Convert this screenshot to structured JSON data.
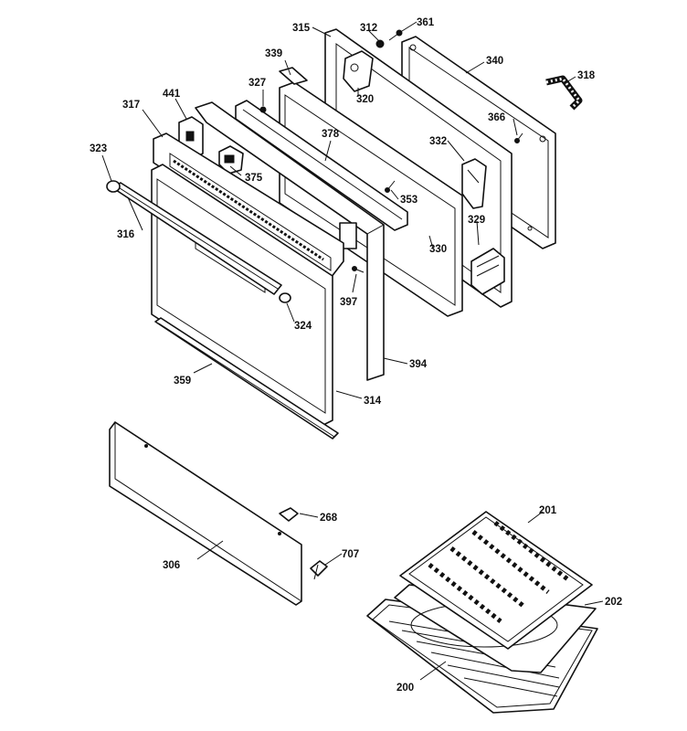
{
  "diagram": {
    "callouts": [
      {
        "id": "c315",
        "text": "315"
      },
      {
        "id": "c312",
        "text": "312"
      },
      {
        "id": "c361",
        "text": "361"
      },
      {
        "id": "c339",
        "text": "339"
      },
      {
        "id": "c340",
        "text": "340"
      },
      {
        "id": "c318",
        "text": "318"
      },
      {
        "id": "c327",
        "text": "327"
      },
      {
        "id": "c320",
        "text": "320"
      },
      {
        "id": "c441",
        "text": "441"
      },
      {
        "id": "c317",
        "text": "317"
      },
      {
        "id": "c366",
        "text": "366"
      },
      {
        "id": "c378",
        "text": "378"
      },
      {
        "id": "c332",
        "text": "332"
      },
      {
        "id": "c323",
        "text": "323"
      },
      {
        "id": "c375",
        "text": "375"
      },
      {
        "id": "c353",
        "text": "353"
      },
      {
        "id": "c316",
        "text": "316"
      },
      {
        "id": "c329",
        "text": "329"
      },
      {
        "id": "c330",
        "text": "330"
      },
      {
        "id": "c397",
        "text": "397"
      },
      {
        "id": "c324",
        "text": "324"
      },
      {
        "id": "c394",
        "text": "394"
      },
      {
        "id": "c359",
        "text": "359"
      },
      {
        "id": "c314",
        "text": "314"
      },
      {
        "id": "c268",
        "text": "268"
      },
      {
        "id": "c306",
        "text": "306"
      },
      {
        "id": "c707",
        "text": "707"
      },
      {
        "id": "c201",
        "text": "201"
      },
      {
        "id": "c202",
        "text": "202"
      },
      {
        "id": "c200",
        "text": "200"
      }
    ]
  }
}
